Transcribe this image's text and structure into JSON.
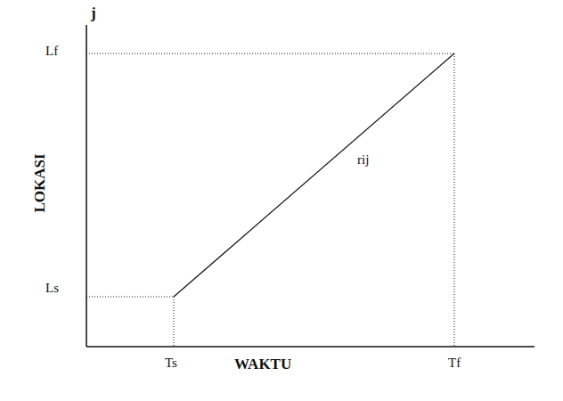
{
  "diagram": {
    "labels": [
      "j",
      "Lf",
      "Ls",
      "LOKASI",
      "rij",
      "Ts",
      "WAKTU",
      "Tf"
    ]
  }
}
